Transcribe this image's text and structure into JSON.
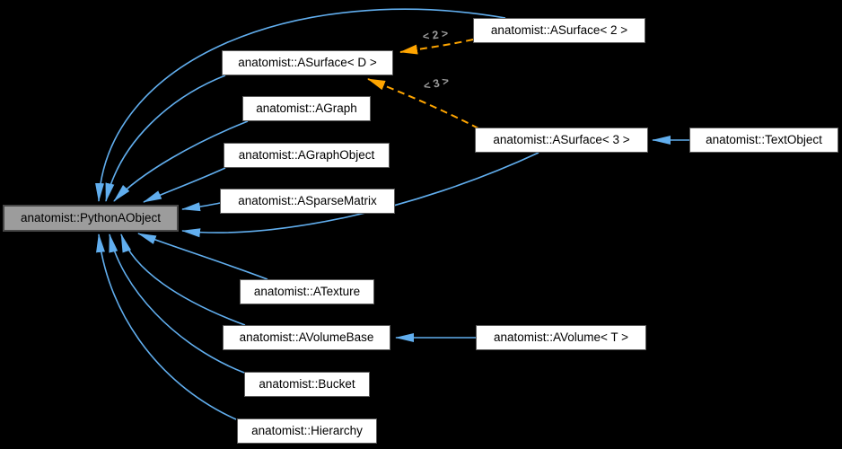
{
  "nodes": [
    {
      "label": "anatomist::PythonAObject",
      "highlighted": true
    },
    {
      "label": "anatomist::ASurface< D >"
    },
    {
      "label": "anatomist::ASurface< 2 >"
    },
    {
      "label": "anatomist::AGraph"
    },
    {
      "label": "anatomist::AGraphObject"
    },
    {
      "label": "anatomist::ASparseMatrix"
    },
    {
      "label": "anatomist::ASurface< 3 >"
    },
    {
      "label": "anatomist::TextObject"
    },
    {
      "label": "anatomist::ATexture"
    },
    {
      "label": "anatomist::AVolumeBase"
    },
    {
      "label": "anatomist::AVolume< T >"
    },
    {
      "label": "anatomist::Bucket"
    },
    {
      "label": "anatomist::Hierarchy"
    }
  ],
  "edge_labels": [
    {
      "text": "< 2 >"
    },
    {
      "text": "< 3 >"
    }
  ],
  "colors": {
    "background": "#000000",
    "node_fill": "#ffffff",
    "node_border": "#5c5c5c",
    "highlight_node_fill": "#9c9c9c",
    "highlight_node_border": "#474747",
    "inheritance_edge": "#61aeee",
    "template_edge": "#ffa500",
    "edge_label_text": "#9c9c9c"
  }
}
